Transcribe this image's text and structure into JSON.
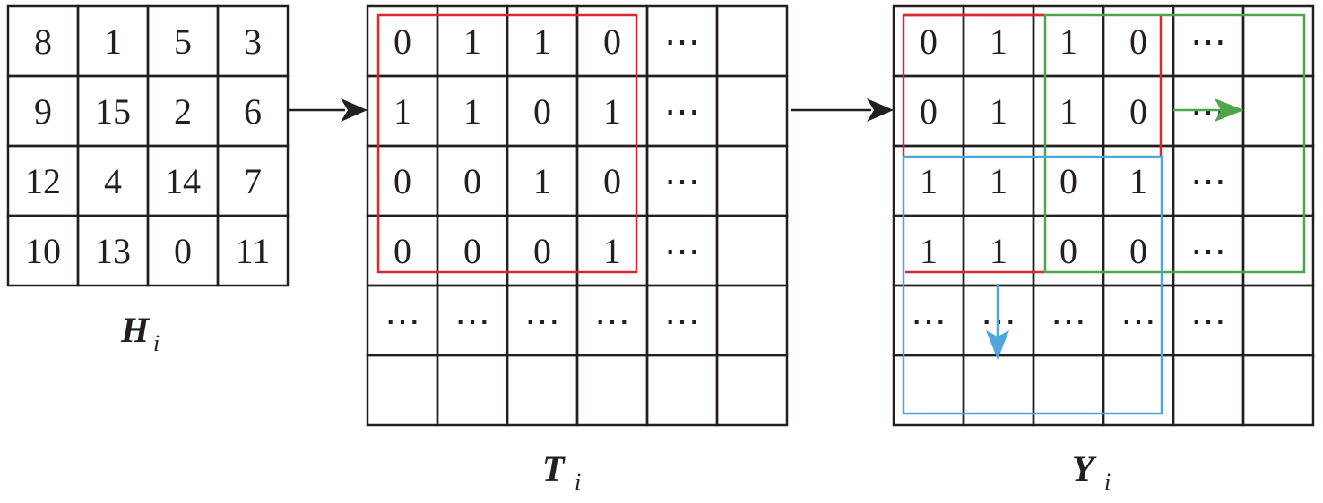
{
  "matrices": [
    {
      "id": "H",
      "label": "H",
      "subscript": "i",
      "rows": [
        [
          "8",
          "1",
          "5",
          "3"
        ],
        [
          "9",
          "15",
          "2",
          "6"
        ],
        [
          "12",
          "4",
          "14",
          "7"
        ],
        [
          "10",
          "13",
          "0",
          "11"
        ]
      ]
    },
    {
      "id": "T",
      "label": "T",
      "subscript": "i",
      "rows": [
        [
          "0",
          "1",
          "1",
          "0",
          "⋯",
          ""
        ],
        [
          "1",
          "1",
          "0",
          "1",
          "⋯",
          ""
        ],
        [
          "0",
          "0",
          "1",
          "0",
          "⋯",
          ""
        ],
        [
          "0",
          "0",
          "0",
          "1",
          "⋯",
          ""
        ],
        [
          "⋯",
          "⋯",
          "⋯",
          "⋯",
          "⋯",
          ""
        ],
        [
          "",
          "",
          "",
          "",
          "",
          ""
        ]
      ]
    },
    {
      "id": "Y",
      "label": "Y",
      "subscript": "i",
      "rows": [
        [
          "0",
          "1",
          "1",
          "0",
          "⋯",
          ""
        ],
        [
          "0",
          "1",
          "1",
          "0",
          "⋯",
          ""
        ],
        [
          "1",
          "1",
          "0",
          "1",
          "⋯",
          ""
        ],
        [
          "1",
          "1",
          "0",
          "0",
          "⋯",
          ""
        ],
        [
          "⋯",
          "⋯",
          "⋯",
          "⋯",
          "⋯",
          ""
        ],
        [
          "",
          "",
          "",
          "",
          "",
          ""
        ]
      ]
    }
  ],
  "colors": {
    "grid": "#231f20",
    "window_initial": "#d9282f",
    "window_right": "#4fa64a",
    "window_down": "#4ea6dc"
  }
}
